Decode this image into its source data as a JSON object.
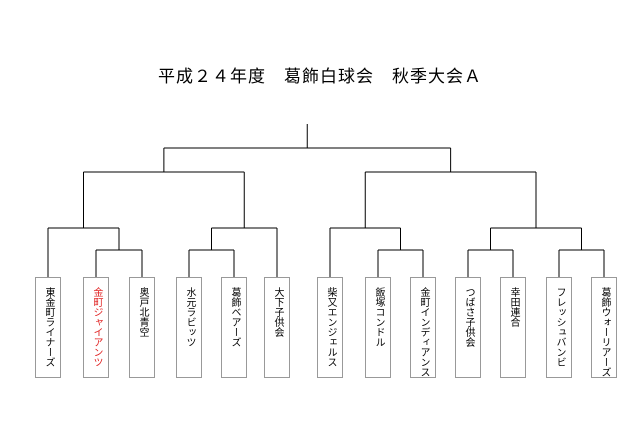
{
  "title": "平成２４年度　葛飾白球会　秋季大会Ａ",
  "colors": {
    "line": "#000000",
    "box_border": "#999999",
    "text": "#000000",
    "highlight": "#e02020"
  },
  "bracket": {
    "teams": [
      {
        "name": "東金町ライナーズ",
        "highlight": false
      },
      {
        "name": "金町ジャイアンツ",
        "highlight": true
      },
      {
        "name": "奥戸北青空",
        "highlight": false
      },
      {
        "name": "水元ラビッツ",
        "highlight": false
      },
      {
        "name": "葛飾ベアーズ",
        "highlight": false
      },
      {
        "name": "大下子供会",
        "highlight": false
      },
      {
        "name": "柴又エンジェルス",
        "highlight": false
      },
      {
        "name": "飯塚コンドル",
        "highlight": false
      },
      {
        "name": "金町インディアンス",
        "highlight": false
      },
      {
        "name": "つばさ子供会",
        "highlight": false
      },
      {
        "name": "幸田連合",
        "highlight": false
      },
      {
        "name": "フレッシュバンビ",
        "highlight": false
      },
      {
        "name": "葛飾ウォーリアーズ",
        "highlight": false
      }
    ]
  }
}
